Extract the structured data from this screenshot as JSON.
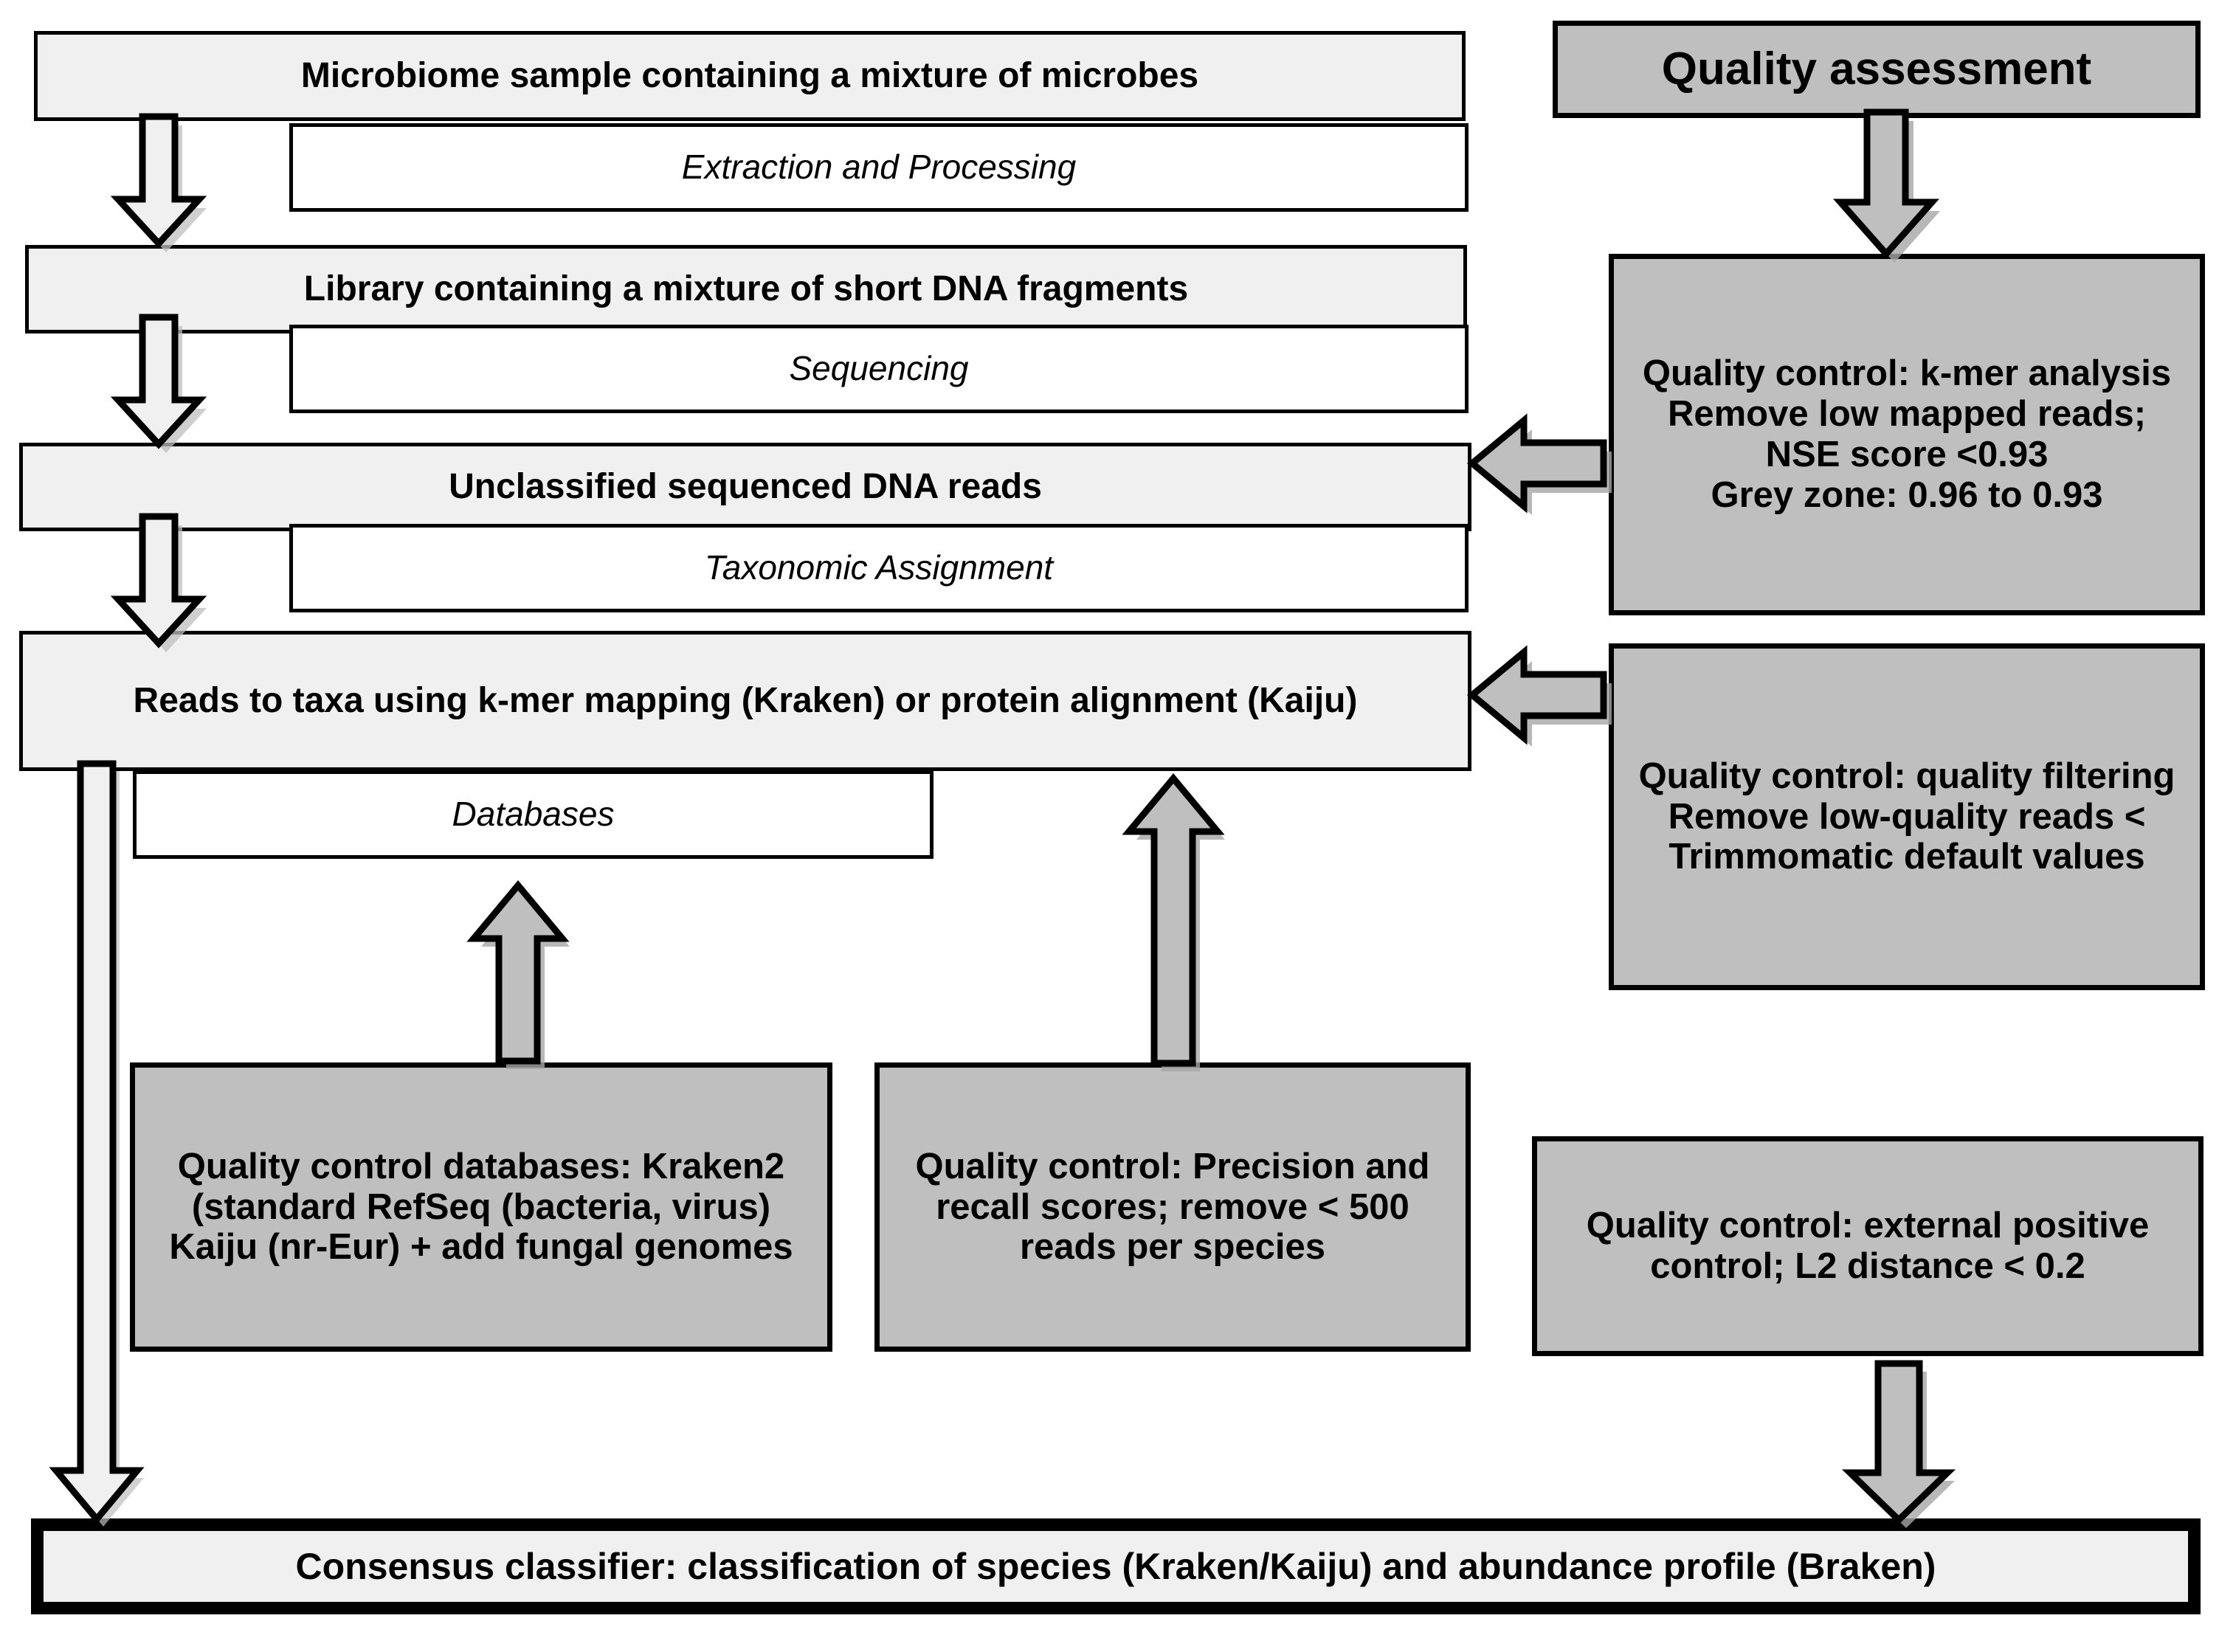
{
  "diagram": {
    "title_box": {
      "label": "Quality assessment"
    },
    "pipeline": [
      {
        "id": "sample",
        "label": "Microbiome sample containing a mixture of microbes"
      },
      {
        "id": "library",
        "label": "Library containing a mixture of short DNA fragments"
      },
      {
        "id": "reads",
        "label": "Unclassified sequenced DNA reads"
      },
      {
        "id": "taxa",
        "label": "Reads to taxa using k-mer mapping (Kraken) or protein alignment (Kaiju)"
      }
    ],
    "process_labels": [
      {
        "id": "extraction",
        "label": "Extraction and Processing"
      },
      {
        "id": "sequencing",
        "label": "Sequencing"
      },
      {
        "id": "taxonomic",
        "label": "Taxonomic Assignment"
      },
      {
        "id": "databases",
        "label": "Databases"
      }
    ],
    "quality_controls": [
      {
        "id": "qc-kmer",
        "label": "Quality control: k-mer analysis\nRemove low mapped reads; NSE score <0.93\nGrey zone: 0.96 to 0.93"
      },
      {
        "id": "qc-filtering",
        "label": "Quality control: quality filtering\nRemove low-quality reads < Trimmomatic default values"
      },
      {
        "id": "qc-databases",
        "label": "Quality control databases: Kraken2 (standard RefSeq (bacteria, virus) Kaiju (nr-Eur) + add fungal genomes"
      },
      {
        "id": "qc-precision",
        "label": "Quality control: Precision and recall scores; remove < 500 reads per species"
      },
      {
        "id": "qc-external",
        "label": "Quality control: external positive control; L2 distance < 0.2"
      }
    ],
    "output": {
      "label": "Consensus classifier: classification of species (Kraken/Kaiju) and abundance profile (Braken)"
    },
    "colors": {
      "light_fill": "#f0f0f0",
      "grey_fill": "#bfbfbf",
      "outline": "#000000",
      "white_fill": "#ffffff",
      "shadow": "#a6a6a6"
    }
  }
}
